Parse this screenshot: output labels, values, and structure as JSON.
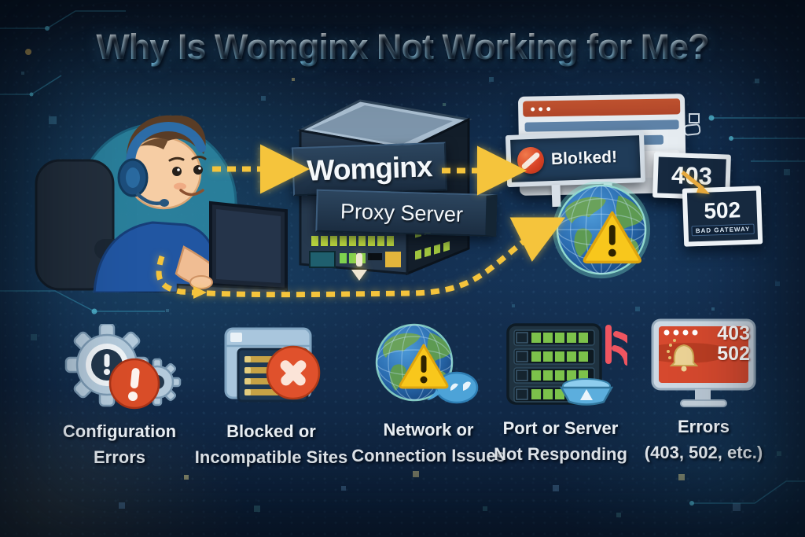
{
  "title": "Why Is Womginx Not Working for Me?",
  "flow": {
    "server_sign_primary": "Womginx",
    "server_sign_secondary": "Proxy Server",
    "blocked_banner": "Blo!ked!",
    "error_403": "403",
    "error_502": "502",
    "error_502_sub": "BAD GATEWAY"
  },
  "errors_screen": {
    "code1": "403",
    "code2": "502"
  },
  "causes": [
    {
      "icon": "gears-error-icon",
      "line1": "Configuration",
      "line2": "Errors"
    },
    {
      "icon": "blocked-site-icon",
      "line1": "Blocked or",
      "line2": "Incompatible Sites"
    },
    {
      "icon": "network-warning-icon",
      "line1": "Network or",
      "line2": "Connection Issues"
    },
    {
      "icon": "server-not-responding-icon",
      "line1": "Port or Server",
      "line2": "Not Responding"
    },
    {
      "icon": "error-codes-icon",
      "line1": "Errors",
      "line2": "(403, 502, etc.)"
    }
  ],
  "colors": {
    "background": "#102844",
    "accent_arrow": "#f5c43c",
    "title_text": "#bfe6fb",
    "panel_navy": "#203c59",
    "alert_red": "#d84326",
    "warning_yellow": "#f8c71c",
    "led_green": "#4fd06a"
  }
}
